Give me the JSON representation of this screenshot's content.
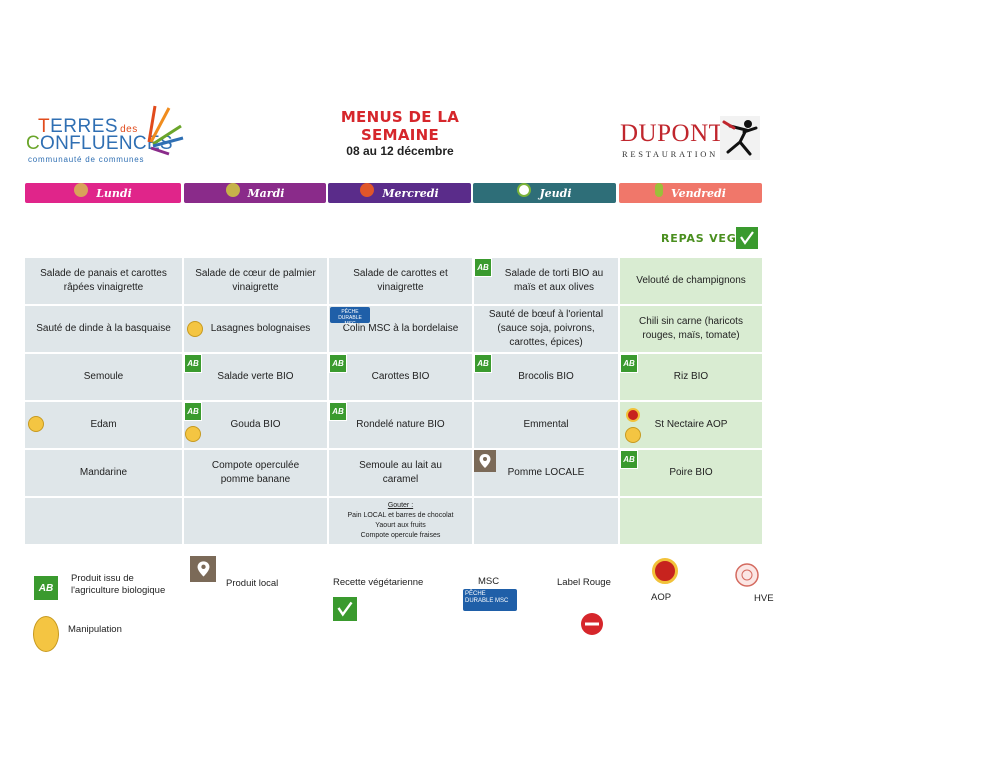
{
  "header": {
    "logo_left_line1": "ERRES",
    "logo_left_initial1": "T",
    "logo_left_small": "des",
    "logo_left_initial2": "C",
    "logo_left_line2": "ONFLUENCES",
    "logo_left_tagline": "communauté de communes",
    "title": "MENUS DE LA SEMAINE",
    "dates": "08 au 12 décembre",
    "logo_right_name": "DUPONT",
    "logo_right_sub": "RESTAURATION"
  },
  "days": [
    {
      "label": "Lundi",
      "color": "#e0258a"
    },
    {
      "label": "Mardi",
      "color": "#8a2b8a"
    },
    {
      "label": "Mercredi",
      "color": "#5a2c8a"
    },
    {
      "label": "Jeudi",
      "color": "#2e6e78"
    },
    {
      "label": "Vendredi",
      "color": "#f0776a"
    }
  ],
  "vege_label": "REPAS VEGE",
  "colors": {
    "cell_bg": "#dfe6e9",
    "vege_col_bg": "#d9ecd2",
    "bio_green": "#3a9a2e",
    "local_brown": "#7b6a58",
    "title_red": "#d6262b"
  },
  "icons": {
    "bio": "AB-bio-icon",
    "local": "location-pin-icon",
    "vege": "leaf-check-icon",
    "manip": "chef-hat-icon",
    "aop": "aop-seal-icon",
    "msc": "msc-fish-icon",
    "label_rouge": "label-rouge-icon",
    "hve": "hve-seal-icon"
  },
  "menu": {
    "r0": [
      "Salade de panais et carottes râpées vinaigrette",
      "Salade de cœur de palmier vinaigrette",
      "Salade de carottes et vinaigrette",
      "Salade de torti BIO au maïs et aux olives",
      "Velouté de champignons"
    ],
    "r1": [
      "Sauté de dinde à la basquaise",
      "Lasagnes bolognaises",
      "Colin MSC à la bordelaise",
      "Sauté de bœuf à l'oriental (sauce soja, poivrons, carottes, épices)",
      "Chili sin carne (haricots rouges, maïs, tomate)"
    ],
    "r2": [
      "Semoule",
      "Salade verte BIO",
      "Carottes BIO",
      "Brocolis BIO",
      "Riz BIO"
    ],
    "r3": [
      "Edam",
      "Gouda BIO",
      "Rondelé nature BIO",
      "Emmental",
      "St Nectaire AOP"
    ],
    "r4": [
      "Mandarine",
      "Compote operculée pomme banane",
      "Semoule au lait au caramel",
      "Pomme LOCALE",
      "Poire BIO"
    ]
  },
  "gouter": {
    "title": "Gouter :",
    "lines": [
      "Pain LOCAL et barres de chocolat",
      "Yaourt aux fruits",
      "Compote opercule fraises"
    ]
  },
  "msc_badge": "PÊCHE DURABLE MSC",
  "bio_badge": "AB",
  "legend": {
    "bio": "Produit issu de l'agriculture biologique",
    "local": "Produit local",
    "vege": "Recette végétarienne",
    "msc": "MSC",
    "label_rouge": "Label Rouge",
    "aop": "AOP",
    "hve": "HVE",
    "manip": "Manipulation"
  }
}
